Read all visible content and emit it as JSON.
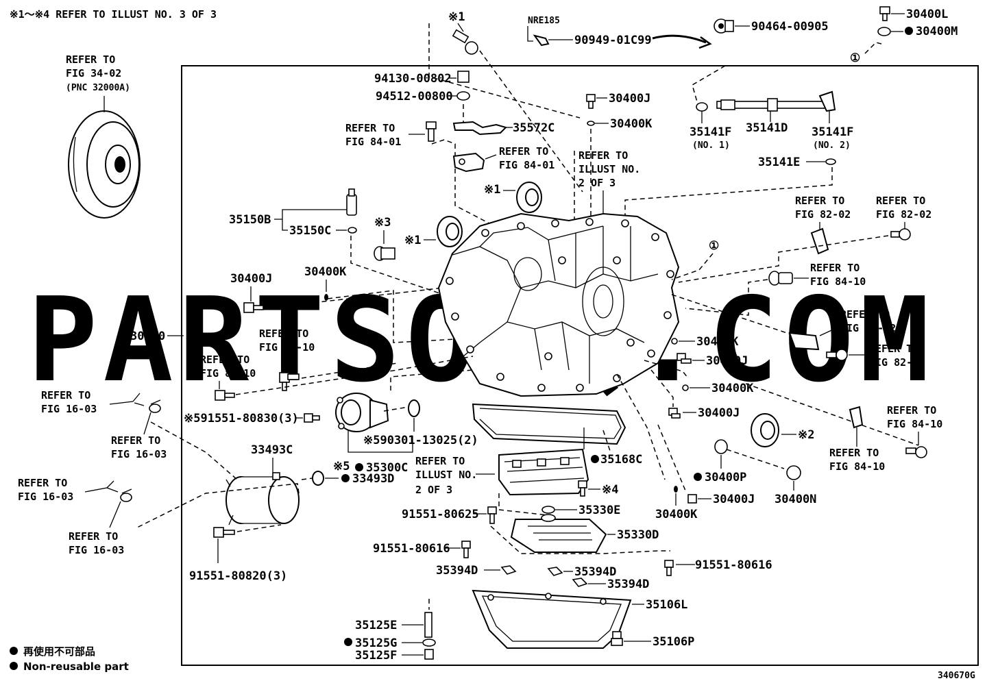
{
  "header_note": "※1～※4 REFER TO ILLUST NO. 3 OF 3",
  "watermark": "PARTSOUQ.COM",
  "drawing_number": "340670G",
  "legend": {
    "jp": "再使用不可部品",
    "en": "Non-reusable part"
  },
  "refs": {
    "fig_34_02": [
      "REFER TO",
      "FIG 34-02",
      "(PNC 32000A)"
    ],
    "fig_84_01_a": [
      "REFER TO",
      "FIG 84-01"
    ],
    "fig_84_01_b": [
      "REFER TO",
      "FIG 84-01"
    ],
    "illust_2of3_top": [
      "REFER TO",
      "ILLUST NO.",
      "2 OF 3"
    ],
    "illust_2of3_mid": [
      "REFER TO",
      "ILLUST NO.",
      "2 OF 3"
    ],
    "fig_82_02_a": [
      "REFER TO",
      "FIG 82-02"
    ],
    "fig_82_02_b": [
      "REFER TO",
      "FIG 82-02"
    ],
    "fig_82_02_c": [
      "REFER TO",
      "FIG 82-02"
    ],
    "fig_82_02_d": [
      "REFER TO",
      "FIG 82-02"
    ],
    "fig_84_10_a": [
      "REFER TO",
      "FIG 84-10"
    ],
    "fig_84_10_b": [
      "REFER TO",
      "FIG 84-10"
    ],
    "fig_84_10_c": [
      "REFER TO",
      "FIG 84-10"
    ],
    "fig_84_10_d": [
      "REFER TO",
      "FIG 84-10"
    ],
    "fig_84_10_e": [
      "REFER TO",
      "FIG 84-10"
    ],
    "fig_16_03_a": [
      "REFER TO",
      "FIG 16-03"
    ],
    "fig_16_03_b": [
      "REFER TO",
      "FIG 16-03"
    ],
    "fig_16_03_c": [
      "REFER TO",
      "FIG 16-03"
    ],
    "fig_16_03_d": [
      "REFER TO",
      "FIG 16-03"
    ]
  },
  "parts": {
    "p30400": "30400",
    "p30400L": "30400L",
    "p30400M": "30400M",
    "p90464": "90464-00905",
    "p90949": "90949-01C99",
    "nre185": "NRE185",
    "mark1_top": "※1",
    "p94130": "94130-00802",
    "p94512": "94512-00800",
    "p30400J_top": "30400J",
    "p30400K_top": "30400K",
    "p35572C": "35572C",
    "p35141F_1": "35141F",
    "p35141F_1_sub": "(NO. 1)",
    "p35141D": "35141D",
    "p35141F_2": "35141F",
    "p35141F_2_sub": "(NO. 2)",
    "p35141E": "35141E",
    "circ1_top": "①",
    "circ1_mid": "①",
    "mark1_a": "※1",
    "mark1_b": "※1",
    "mark3": "※3",
    "p35150B": "35150B",
    "p35150C": "35150C",
    "p30400J_left": "30400J",
    "p30400K_left": "30400K",
    "p30400K_r1": "30400K",
    "p30400J_r1": "30400J",
    "p30400K_r2": "30400K",
    "p30400J_r2": "30400J",
    "mark2": "※2",
    "p30400P": "30400P",
    "p30400N": "30400N",
    "p30400J_r3": "30400J",
    "p30400K_r3": "30400K",
    "p591551": "※591551-80830(3)",
    "p590301": "※590301-13025(2)",
    "mark5": "※5",
    "p35300C": "35300C",
    "p33493C": "33493C",
    "p33493D": "33493D",
    "p35168C": "35168C",
    "mark4": "※4",
    "p35330E": "35330E",
    "p91551_625": "91551-80625",
    "p35330D": "35330D",
    "p91551_616a": "91551-80616",
    "p91551_616b": "91551-80616",
    "p35394D_a": "35394D",
    "p35394D_b": "35394D",
    "p35394D_c": "35394D",
    "p35106L": "35106L",
    "p35106P": "35106P",
    "p35125E": "35125E",
    "p35125G": "35125G",
    "p35125F": "35125F",
    "p91551_820": "91551-80820(3)"
  }
}
